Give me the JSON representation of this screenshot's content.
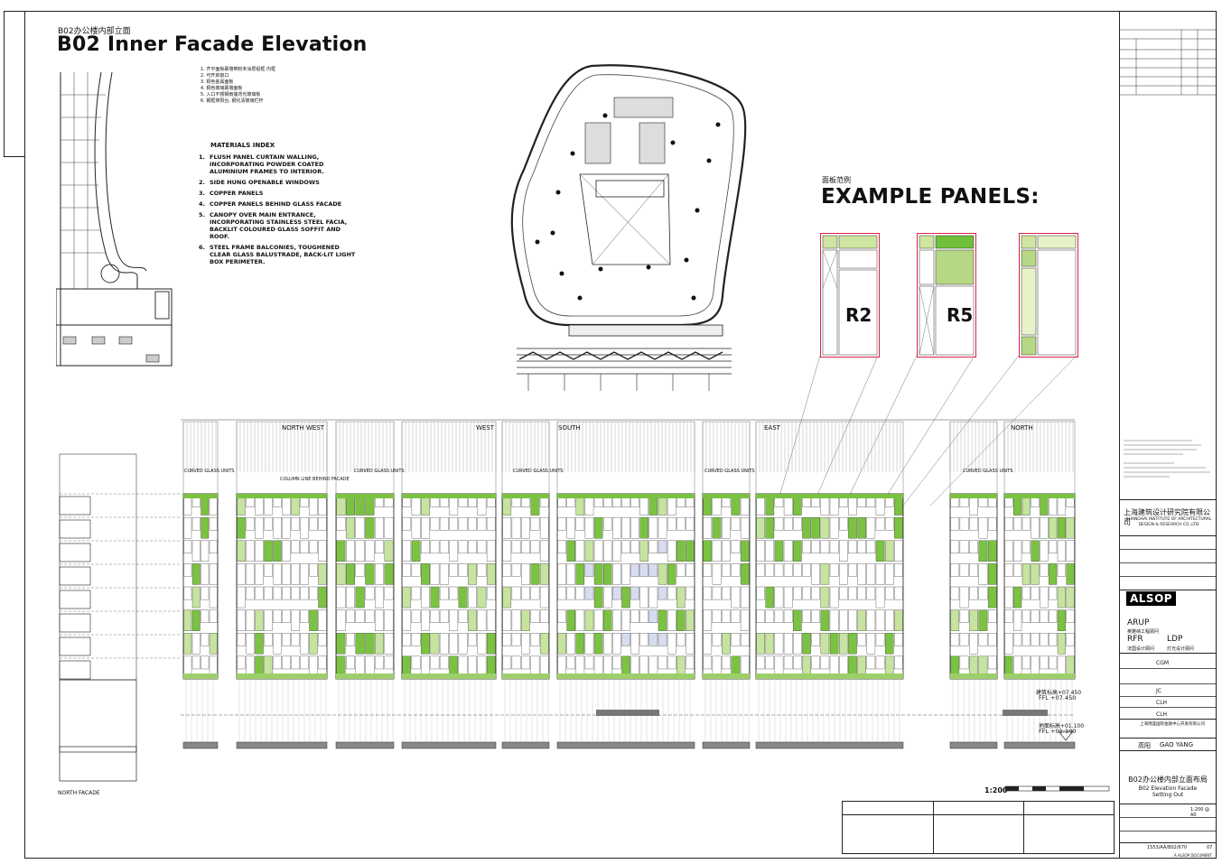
{
  "header": {
    "subtitle_cn": "B02办公楼内部立面",
    "title": "B02 Inner Facade Elevation"
  },
  "materials": {
    "cn_items": [
      "1. 齐平面板幕墙带粉末涂层铝框 内框",
      "2. 可开启窗口",
      "3. 铜色金属面板",
      "4. 铜色玻璃幕墙面板",
      "5. 入口不锈钢雨篷背光玻璃板",
      "6. 钢框架阳台, 钢化清玻璃栏杆"
    ],
    "heading": "MATERIALS INDEX",
    "items": [
      {
        "num": "1.",
        "text": "FLUSH PANEL CURTAIN WALLING, INCORPORATING POWDER COATED ALUMINIUM FRAMES TO INTERIOR."
      },
      {
        "num": "2.",
        "text": "SIDE HUNG OPENABLE WINDOWS"
      },
      {
        "num": "3.",
        "text": "COPPER PANELS"
      },
      {
        "num": "4.",
        "text": "COPPER PANELS BEHIND GLASS FACADE"
      },
      {
        "num": "5.",
        "text": "CANOPY OVER MAIN ENTRANCE, INCORPORATING STAINLESS STEEL FACIA, BACKLIT COLOURED GLASS SOFFIT AND ROOF."
      },
      {
        "num": "6.",
        "text": "STEEL FRAME BALCONIES, TOUGHENED CLEAR GLASS BALUSTRADE, BACK-LIT LIGHT BOX PERIMETER."
      }
    ]
  },
  "example_panels": {
    "title_cn": "面板范例",
    "title": "EXAMPLE PANELS:",
    "panels": [
      {
        "label": "R2"
      },
      {
        "label": "R5"
      },
      {
        "label": ""
      }
    ]
  },
  "elevation": {
    "directions": [
      "NORTH WEST",
      "WEST",
      "SOUTH",
      "EAST",
      "NORTH"
    ],
    "curved_label": "CURVED GLASS UNITS",
    "column_label": "COLUMN LINE BEHIND FACADE",
    "level1_cn": "建筑标高+07.450",
    "level1": "FFL +07.450",
    "level2_cn": "地面标高+01.100",
    "level2": "FFL +01.100",
    "north_facade": "NORTH FACADE",
    "scale": "1:200"
  },
  "title_block": {
    "firm_cn": "上海建筑设计研究院有限公司",
    "firm_en": "SHANGHAI INSTITUTE OF ARCHITECTURAL DESIGN & RESEARCH CO.,LTD",
    "alsop": "ALSOP",
    "arup": "ARUP",
    "arup_cn": "奥雅纳工程顾问",
    "rfr": "RFR",
    "rfr_cn": "法国设计顾问",
    "ldp": "LDP",
    "ldp_cn": "灯光设计顾问",
    "name_cgm": "CGM",
    "name_jc": "JC",
    "name_clh1": "CLH",
    "name_clh2": "CLH",
    "developer_cn": "上海博盛国际金融中心开发有限公司",
    "project_cn": "高阳",
    "project": "GAO YANG",
    "drawing_title_cn": "B02办公楼内部立面布局",
    "drawing_title": "B02 Elevation Facade Setting Out",
    "scale": "1:200 @ A0",
    "drawing_no": "1553/AA/B02/670",
    "rev": "07",
    "footer": "A ALSOP DOCUMENT"
  }
}
